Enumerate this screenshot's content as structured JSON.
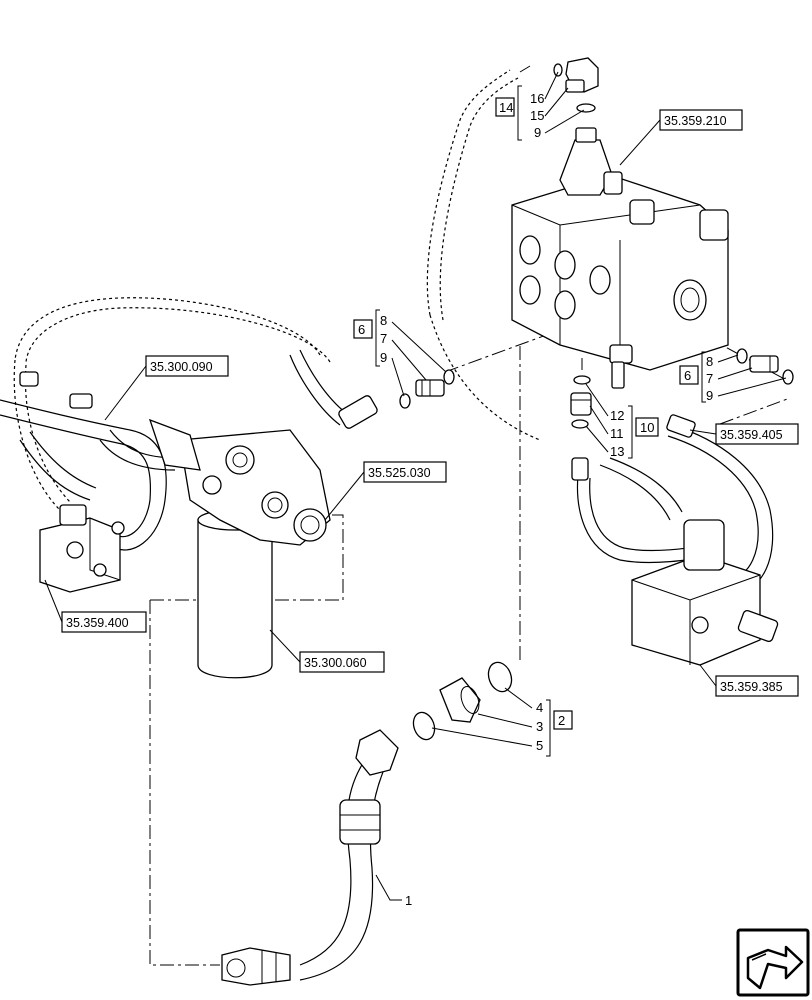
{
  "references": {
    "r1": "35.359.210",
    "r2": "35.300.090",
    "r3": "35.525.030",
    "r4": "35.359.400",
    "r5": "35.300.060",
    "r6": "35.359.405",
    "r7": "35.359.385"
  },
  "groups": {
    "g14": {
      "box": "14",
      "items": [
        "16",
        "15",
        "9"
      ]
    },
    "g6a": {
      "box": "6",
      "items": [
        "8",
        "7",
        "9"
      ]
    },
    "g6b": {
      "box": "6",
      "items": [
        "8",
        "7",
        "9"
      ]
    },
    "g10": {
      "box": "10",
      "items": [
        "12",
        "11",
        "13"
      ]
    },
    "g2": {
      "box": "2",
      "items": [
        "4",
        "3",
        "5"
      ]
    }
  },
  "parts": {
    "p1": "1"
  },
  "icons": {
    "nav": "next-page-arrow-icon"
  }
}
